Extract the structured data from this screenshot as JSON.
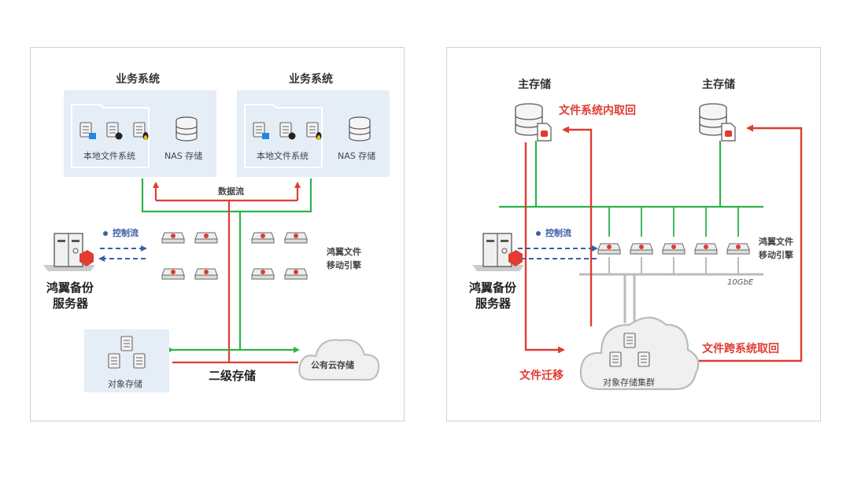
{
  "left_panel": {
    "business_label_1": "业务系统",
    "business_label_2": "业务系统",
    "local_fs_label_1": "本地文件系统",
    "local_fs_label_2": "本地文件系统",
    "nas_label_1": "NAS 存储",
    "nas_label_2": "NAS 存储",
    "data_flow_label": "数据流",
    "control_flow_label": "控制流",
    "engine_label_line1": "鸿翼文件",
    "engine_label_line2": "移动引擎",
    "server_label_line1": "鸿翼备份",
    "server_label_line2": "服务器",
    "object_storage_label": "对象存储",
    "secondary_storage_label": "二级存储",
    "public_cloud_label": "公有云存储"
  },
  "right_panel": {
    "primary_label_1": "主存储",
    "primary_label_2": "主存储",
    "in_fs_retrieve_label": "文件系统内取回",
    "control_flow_label": "控制流",
    "engine_label_line1": "鸿翼文件",
    "engine_label_line2": "移动引擎",
    "network_label": "10GbE",
    "server_label_line1": "鸿翼备份",
    "server_label_line2": "服务器",
    "cross_fs_retrieve_label": "文件跨系统取回",
    "migrate_label": "文件迁移",
    "cluster_label": "对象存储集群"
  },
  "colors": {
    "green_line": "#2db34a",
    "red_line": "#e03c32",
    "blue_dash": "#3a5ea8",
    "box_fill": "#e5edf6",
    "gray_line": "#bbbbbb"
  },
  "icons": [
    "windows-icon",
    "apple-icon",
    "linux-icon",
    "database-icon",
    "server-tower-icon",
    "engine-node-icon",
    "cloud-icon"
  ]
}
